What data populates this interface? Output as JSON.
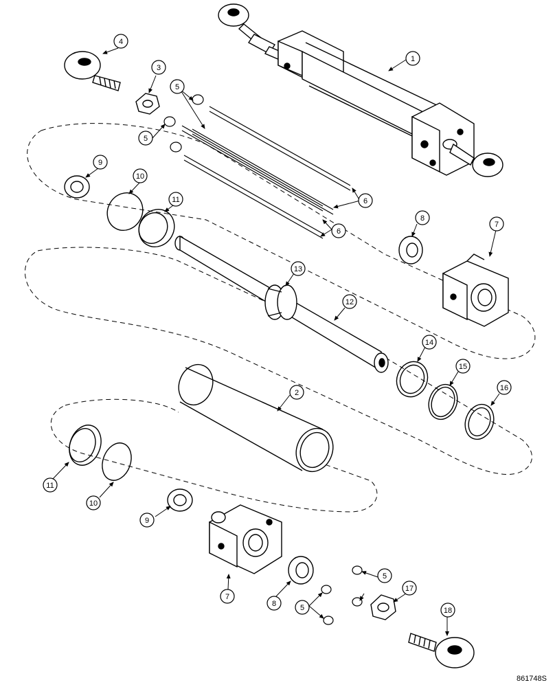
{
  "drawing_id": "861748S",
  "callouts": [
    {
      "id": "c1",
      "label": "1"
    },
    {
      "id": "c2",
      "label": "2"
    },
    {
      "id": "c3",
      "label": "3"
    },
    {
      "id": "c4",
      "label": "4"
    },
    {
      "id": "c5a",
      "label": "5"
    },
    {
      "id": "c5b",
      "label": "5"
    },
    {
      "id": "c5c",
      "label": "5"
    },
    {
      "id": "c5d",
      "label": "5"
    },
    {
      "id": "c6a",
      "label": "6"
    },
    {
      "id": "c6b",
      "label": "6"
    },
    {
      "id": "c7a",
      "label": "7"
    },
    {
      "id": "c7b",
      "label": "7"
    },
    {
      "id": "c8a",
      "label": "8"
    },
    {
      "id": "c8b",
      "label": "8"
    },
    {
      "id": "c9a",
      "label": "9"
    },
    {
      "id": "c9b",
      "label": "9"
    },
    {
      "id": "c10a",
      "label": "10"
    },
    {
      "id": "c10b",
      "label": "10"
    },
    {
      "id": "c11a",
      "label": "11"
    },
    {
      "id": "c11b",
      "label": "11"
    },
    {
      "id": "c12",
      "label": "12"
    },
    {
      "id": "c13",
      "label": "13"
    },
    {
      "id": "c14",
      "label": "14"
    },
    {
      "id": "c15",
      "label": "15"
    },
    {
      "id": "c16",
      "label": "16"
    },
    {
      "id": "c17",
      "label": "17"
    },
    {
      "id": "c18",
      "label": "18"
    }
  ]
}
